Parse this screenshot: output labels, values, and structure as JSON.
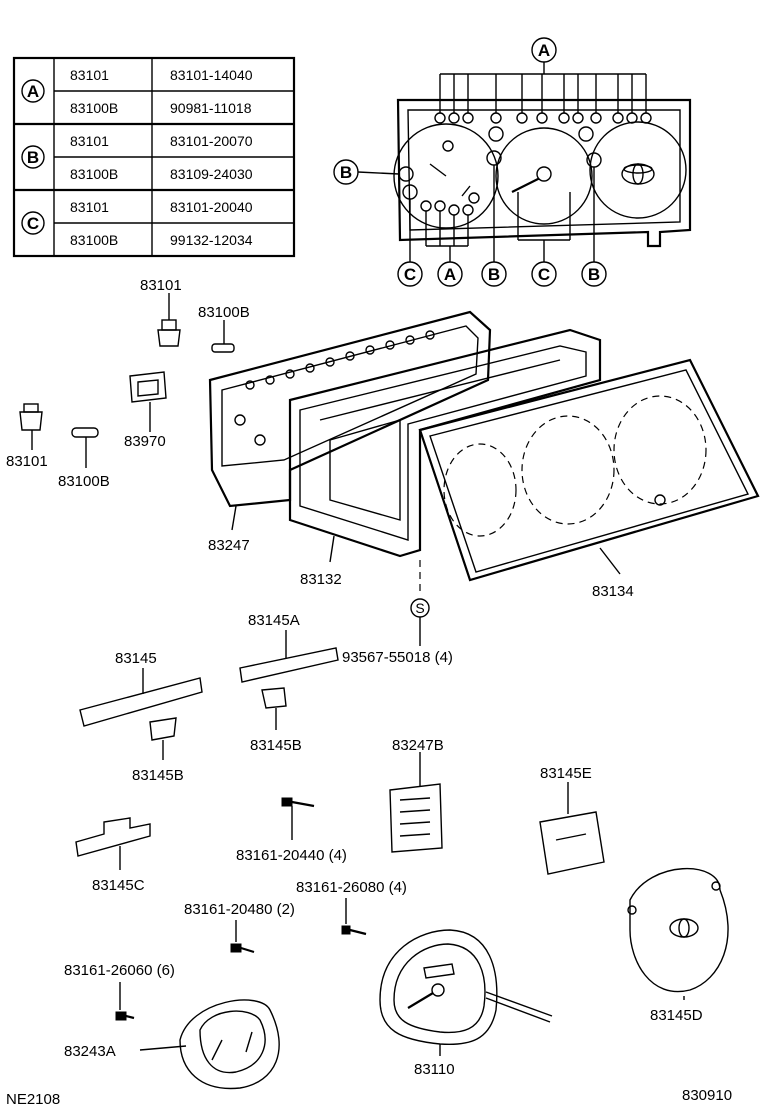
{
  "table": {
    "groups": [
      {
        "letter": "A",
        "rows": [
          [
            "83101",
            "83101-14040"
          ],
          [
            "83100B",
            "90981-11018"
          ]
        ]
      },
      {
        "letter": "B",
        "rows": [
          [
            "83101",
            "83101-20070"
          ],
          [
            "83100B",
            "83109-24030"
          ]
        ]
      },
      {
        "letter": "C",
        "rows": [
          [
            "83101",
            "83101-20040"
          ],
          [
            "83100B",
            "99132-12034"
          ]
        ]
      }
    ]
  },
  "callouts": {
    "a_top": "A",
    "b_left": "B",
    "c_bottom": "C",
    "a_bottom": "A",
    "b_bottom1": "B",
    "c_bottom2": "C",
    "b_bottom2": "B"
  },
  "parts": {
    "p83101_top": "83101",
    "p83100B_top": "83100B",
    "p83970": "83970",
    "p83101_left": "83101",
    "p83100B_left": "83100B",
    "p83247": "83247",
    "p83132": "83132",
    "p83134": "83134",
    "screw_s": "S",
    "p93567": "93567-55018 (4)",
    "p83145A": "83145A",
    "p83145": "83145",
    "p83145B_right": "83145B",
    "p83145B_left": "83145B",
    "p83247B": "83247B",
    "p83145E": "83145E",
    "p83161_20440": "83161-20440 (4)",
    "p83145C": "83145C",
    "p83161_26080": "83161-26080 (4)",
    "p83161_20480": "83161-20480 (2)",
    "p83161_26060": "83161-26060 (6)",
    "p83243A": "83243A",
    "p83110": "83110",
    "p83145D": "83145D"
  },
  "footer": {
    "left_code": "NE2108",
    "right_code": "830910"
  },
  "icons": [
    "toyota-logo-icon",
    "bulb-socket-icon",
    "bulb-icon",
    "screw-icon"
  ]
}
